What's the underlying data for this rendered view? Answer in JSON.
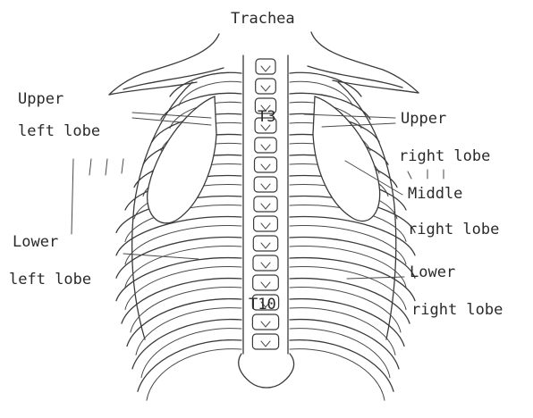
{
  "labels": {
    "trachea": "Trachea",
    "upper_left_1": "Upper",
    "upper_left_2": "left lobe",
    "upper_right_1": "Upper",
    "upper_right_2": "right lobe",
    "middle_right_1": "Middle",
    "middle_right_2": "right lobe",
    "lower_left_1": "Lower",
    "lower_left_2": "left lobe",
    "lower_right_1": "Lower",
    "lower_right_2": "right lobe",
    "t3": "T3",
    "t10": "T10"
  },
  "colors": {
    "ink": "#3a3a3a",
    "background": "#ffffff"
  }
}
